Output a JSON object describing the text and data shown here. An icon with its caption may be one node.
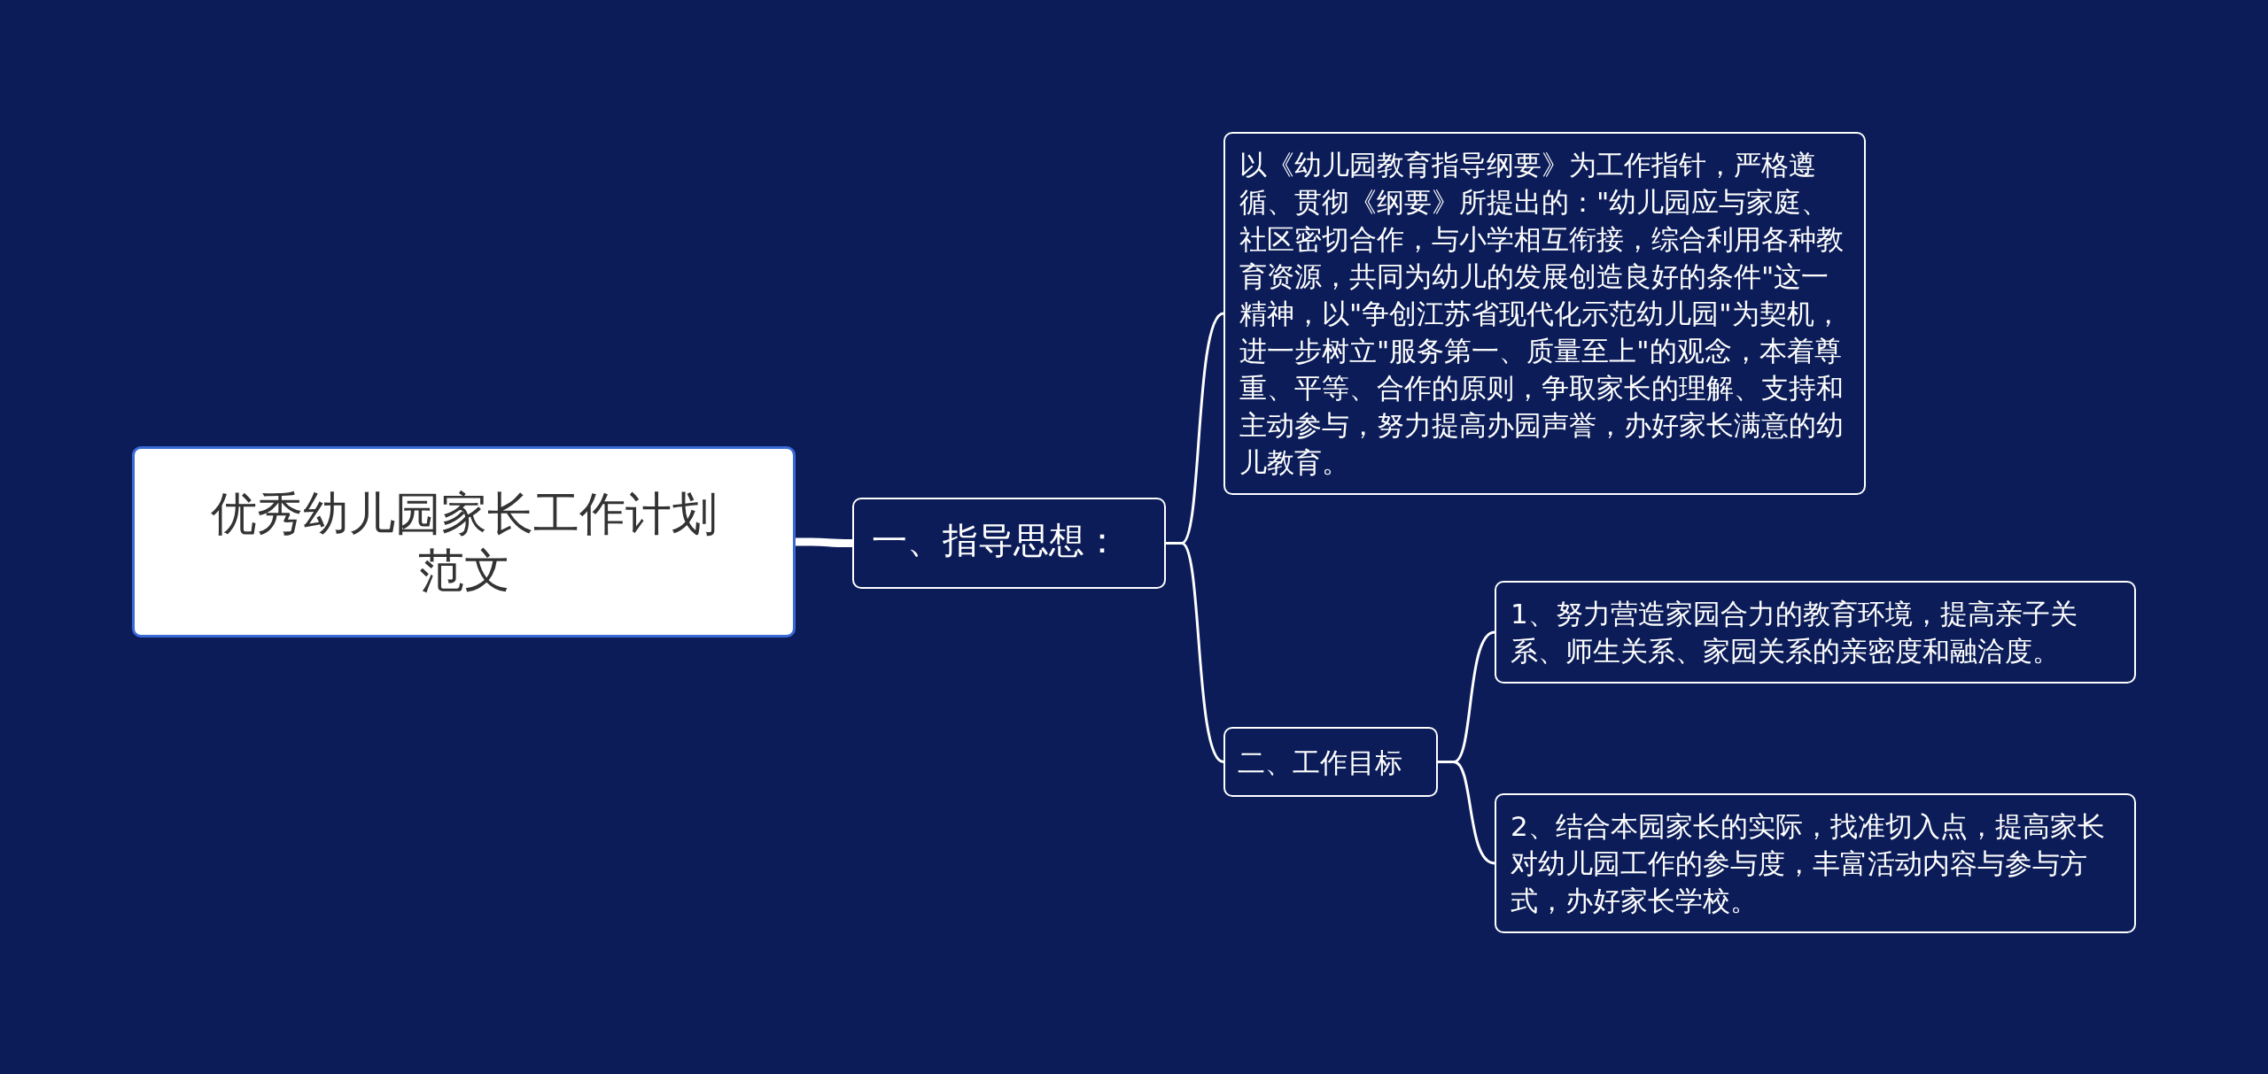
{
  "diagram": {
    "nodes": [
      {
        "text": [
          "优秀幼儿园家长工作计划范文"
        ]
      },
      {
        "text": [
          "一、指导思想："
        ]
      },
      {
        "text": [
          "以《幼儿园教育指导纲要》为工作指针，严格遵循、贯彻《纲要》所提出的：\"幼儿园应与家庭、社区密切合作，与小学相互衔接，综合利用各种教育资源，共同为幼儿的发展创造良好的条件\"这一精神，以\"争创江苏省现代化示范幼儿园\"为契机，进一步树立\"服务第一、质量至上\"的观念，本着尊重、平等、合作的原则，争取家长的理解、支持和主动参与，努力提高办园声誉，办好家长满意的幼儿教育。"
        ]
      },
      {
        "text": [
          "二、工作目标"
        ]
      },
      {
        "text": [
          "1、努力营造家园合力的教育环境，提高亲子关系、师生关系、家园关系的亲密度和融洽度。"
        ]
      },
      {
        "text": [
          "2、结合本园家长的实际，找准切入点，提高家长对幼儿园工作的参与度，丰富活动内容与参与方式，办好家长学校。"
        ]
      }
    ],
    "edges": [
      {
        "from": 0,
        "to": 1,
        "arrow": "none",
        "style": "thick"
      },
      {
        "from": 1,
        "to": 2,
        "arrow": "none"
      },
      {
        "from": 1,
        "to": 3,
        "arrow": "none"
      },
      {
        "from": 3,
        "to": 4,
        "arrow": "none"
      },
      {
        "from": 3,
        "to": 5,
        "arrow": "none"
      }
    ]
  }
}
